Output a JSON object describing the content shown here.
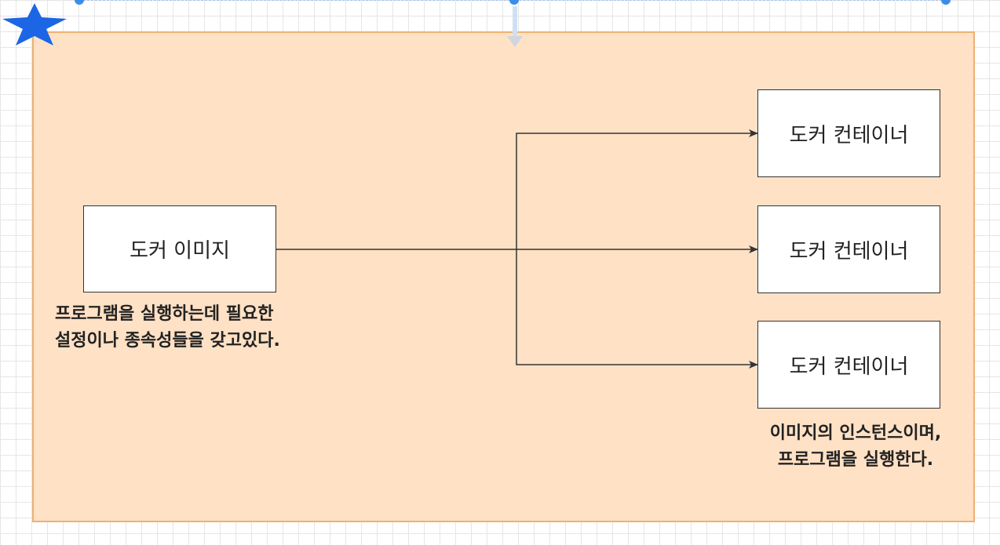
{
  "diagram": {
    "image_node": {
      "label": "도커 이미지"
    },
    "image_note": {
      "line1": "프로그램을 실행하는데 필요한",
      "line2": "설정이나 종속성들을 갖고있다."
    },
    "container_nodes": [
      {
        "label": "도커 컨테이너"
      },
      {
        "label": "도커 컨테이너"
      },
      {
        "label": "도커 컨테이너"
      }
    ],
    "container_note": {
      "line1": "이미지의 인스턴스이며,",
      "line2": "프로그램을 실행한다."
    }
  },
  "colors": {
    "container_fill": "#ffe1c5",
    "container_border": "#f0b070",
    "selection_blue": "#3b8ee8",
    "star_blue": "#1c66e6",
    "arrow": "#333333"
  },
  "icons": {
    "favorite": "star-icon",
    "insert_hint": "arrow-down-icon"
  }
}
